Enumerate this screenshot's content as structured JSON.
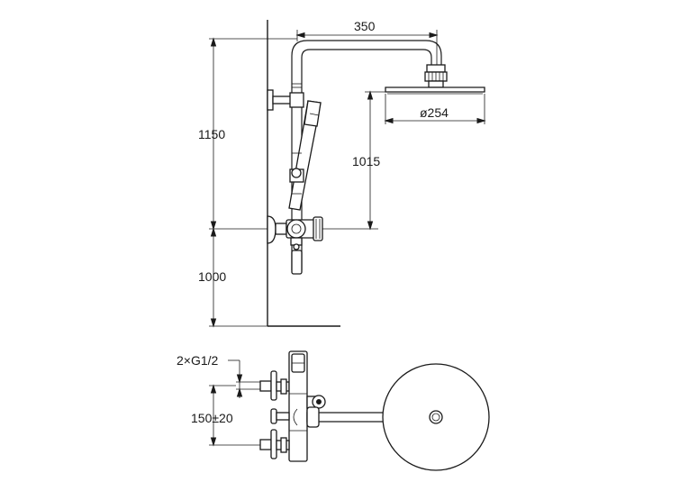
{
  "dimensions": {
    "arm_length": "350",
    "total_height": "1150",
    "head_height": "1015",
    "mixer_height": "1000",
    "head_diameter": "ø254",
    "connection_thread": "2×G1/2",
    "inlet_spacing": "150±20"
  }
}
